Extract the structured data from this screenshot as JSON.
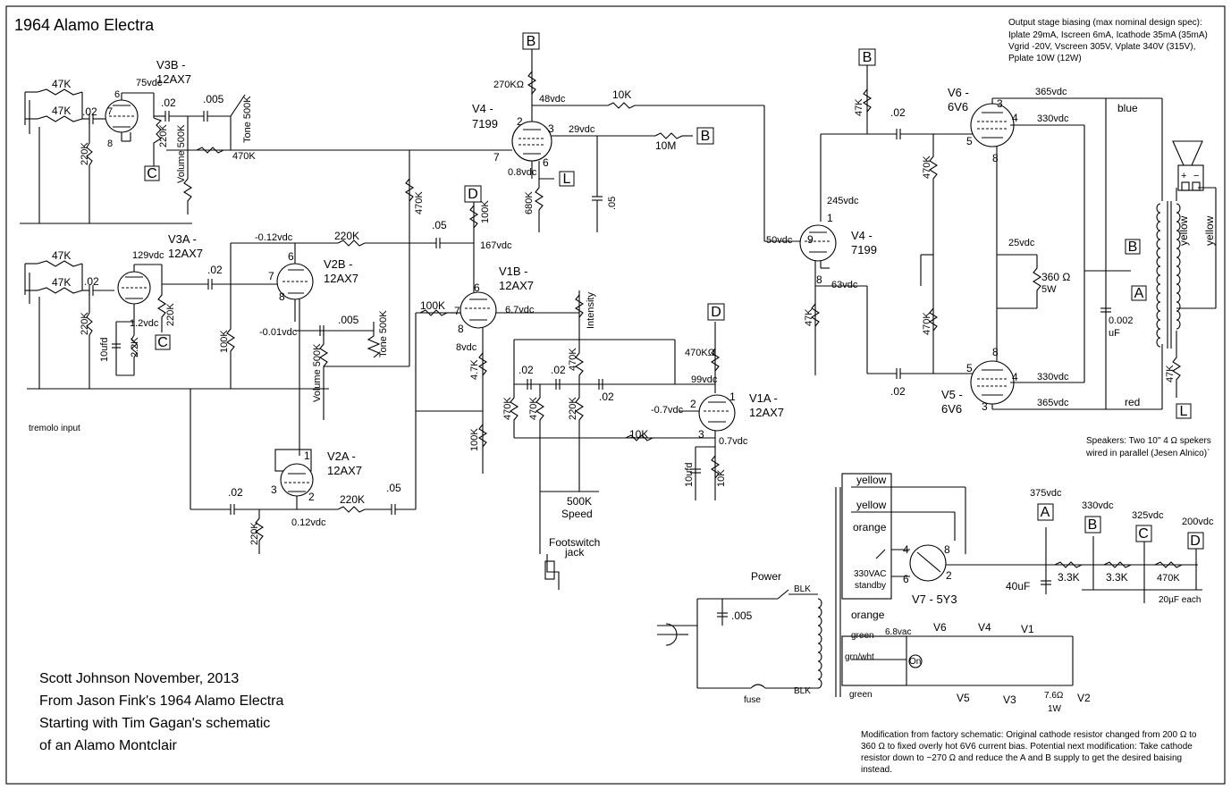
{
  "title": "1964 Alamo Electra",
  "bias_note": [
    "Output stage biasing (max nominal design spec):",
    "Iplate 29mA, Iscreen 6mA, Icathode 35mA (35mA)",
    "Vgrid -20V, Vscreen 305V, Vplate 340V (315V),",
    "Pplate 10W (12W)"
  ],
  "credits": [
    "Scott Johnson November, 2013",
    "From Jason Fink's 1964 Alamo Electra",
    "Starting with Tim Gagan's schematic",
    "of an Alamo Montclair"
  ],
  "speakers_note": [
    "Speakers:  Two 10\" 4 Ω spekers",
    "wired in parallel (Jesen Alnico)`"
  ],
  "mod_note": [
    "Modification from factory schematic: Original cathode resistor changed from 200 Ω to",
    "360 Ω to fixed overly hot 6V6 current bias. Potential next modification: Take cathode",
    "resistor down to ~270 Ω and reduce the A and B supply to get the desired baising",
    "instead."
  ],
  "tremolo_input": "tremolo input",
  "tubes": {
    "v3b": {
      "name": "V3B -",
      "type": "12AX7"
    },
    "v3a": {
      "name": "V3A -",
      "type": "12AX7"
    },
    "v2b": {
      "name": "V2B -",
      "type": "12AX7"
    },
    "v2a": {
      "name": "V2A -",
      "type": "12AX7"
    },
    "v4a": {
      "name": "V4 -",
      "type": "7199"
    },
    "v4b": {
      "name": "V4 -",
      "type": "7199"
    },
    "v1b": {
      "name": "V1B -",
      "type": "12AX7"
    },
    "v1a": {
      "name": "V1A -",
      "type": "12AX7"
    },
    "v6": {
      "name": "V6 -",
      "type": "6V6"
    },
    "v5": {
      "name": "V5 -",
      "type": "6V6"
    },
    "v7": {
      "name": "V7 - 5Y3"
    }
  },
  "labels": {
    "r47k": "47K",
    "c02": ".02",
    "c005": ".005",
    "r220k": "220K",
    "r470k": "470K",
    "r100k": "100K",
    "r10k": "10K",
    "r10m": "10M",
    "r680k": "680K",
    "r4_7k": "4.7K",
    "r270k": "270KΩ",
    "r470kohm": "470KΩ",
    "r2_2k": "2.2K",
    "c10ufd": "10ufd",
    "c05": ".05",
    "tone500k": "Tone 500K",
    "vol500k": "Volume 500K",
    "intensity": "Intensity",
    "speed": "500K",
    "speed2": "Speed",
    "footswitch": "Footswitch",
    "jack": "jack",
    "r360": "360 Ω",
    "r5w": "5W",
    "c0002": "0.002",
    "cuf": "uF",
    "blue": "blue",
    "red": "red",
    "yellow": "yellow",
    "orange": "orange",
    "green": "green",
    "grnwht": "grn/wht",
    "on": "On",
    "vac": "6.8vac",
    "standby1": "330VAC",
    "standby2": "standby",
    "power": "Power",
    "blk": "BLK",
    "fuse": "fuse",
    "c40uf": "40uF",
    "r3_3k": "3.3K",
    "c20uf": "20µF each",
    "r7_6": "7.6Ω",
    "r1w": "1W"
  },
  "voltages": {
    "v75": "75vdc",
    "v129": "129vdc",
    "v1_2": "1.2vdc",
    "vm012": "-0.12vdc",
    "vm001": "-0.01vdc",
    "v012": "0.12vdc",
    "v48": "48vdc",
    "v29": "29vdc",
    "v08": "0.8vdc",
    "v167": "167vdc",
    "v67": "6.7vdc",
    "v8": "8vdc",
    "v99": "99vdc",
    "vm07": "-0.7vdc",
    "v07": "0.7vdc",
    "v245": "245vdc",
    "v50": "50vdc",
    "v63": "63vdc",
    "v365a": "365vdc",
    "v330a": "330vdc",
    "v25": "25vdc",
    "v330b": "330vdc",
    "v365b": "365vdc",
    "s375": "375vdc",
    "s330": "330vdc",
    "s325": "325vdc",
    "s200": "200vdc"
  },
  "nodes": {
    "a": "A",
    "b": "B",
    "c": "C",
    "d": "D",
    "l": "L"
  },
  "heaters": [
    "V6",
    "V4",
    "V1",
    "V5",
    "V3",
    "V2"
  ]
}
